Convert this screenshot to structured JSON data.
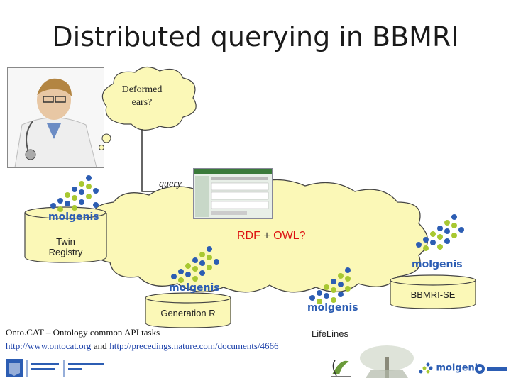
{
  "title": "Distributed querying in BBMRI",
  "thought_bubble": {
    "line1": "Deformed",
    "line2": "ears?"
  },
  "query_label": "query",
  "cloud_label": {
    "rdf": "RDF",
    "plus": " + ",
    "owl": "OWL?"
  },
  "nodes": {
    "twin_registry": {
      "line1": "Twin",
      "line2": "Registry"
    },
    "generation_r": "Generation R",
    "lifelines": "LifeLines",
    "bbmri_se": "BBMRI-SE"
  },
  "molgenis_text": "molgenis",
  "footer": {
    "onto_line": "Onto.CAT – Ontology common API tasks",
    "link1": "http://www.ontocat.org",
    "and_text": "and",
    "link2": "http://precedings.nature.com/documents/4666"
  },
  "colors": {
    "accent_blue": "#2c5db3",
    "dot_green": "#a8c832",
    "cloud_fill": "#fbf8b7",
    "rdf_red": "#dd1111"
  }
}
